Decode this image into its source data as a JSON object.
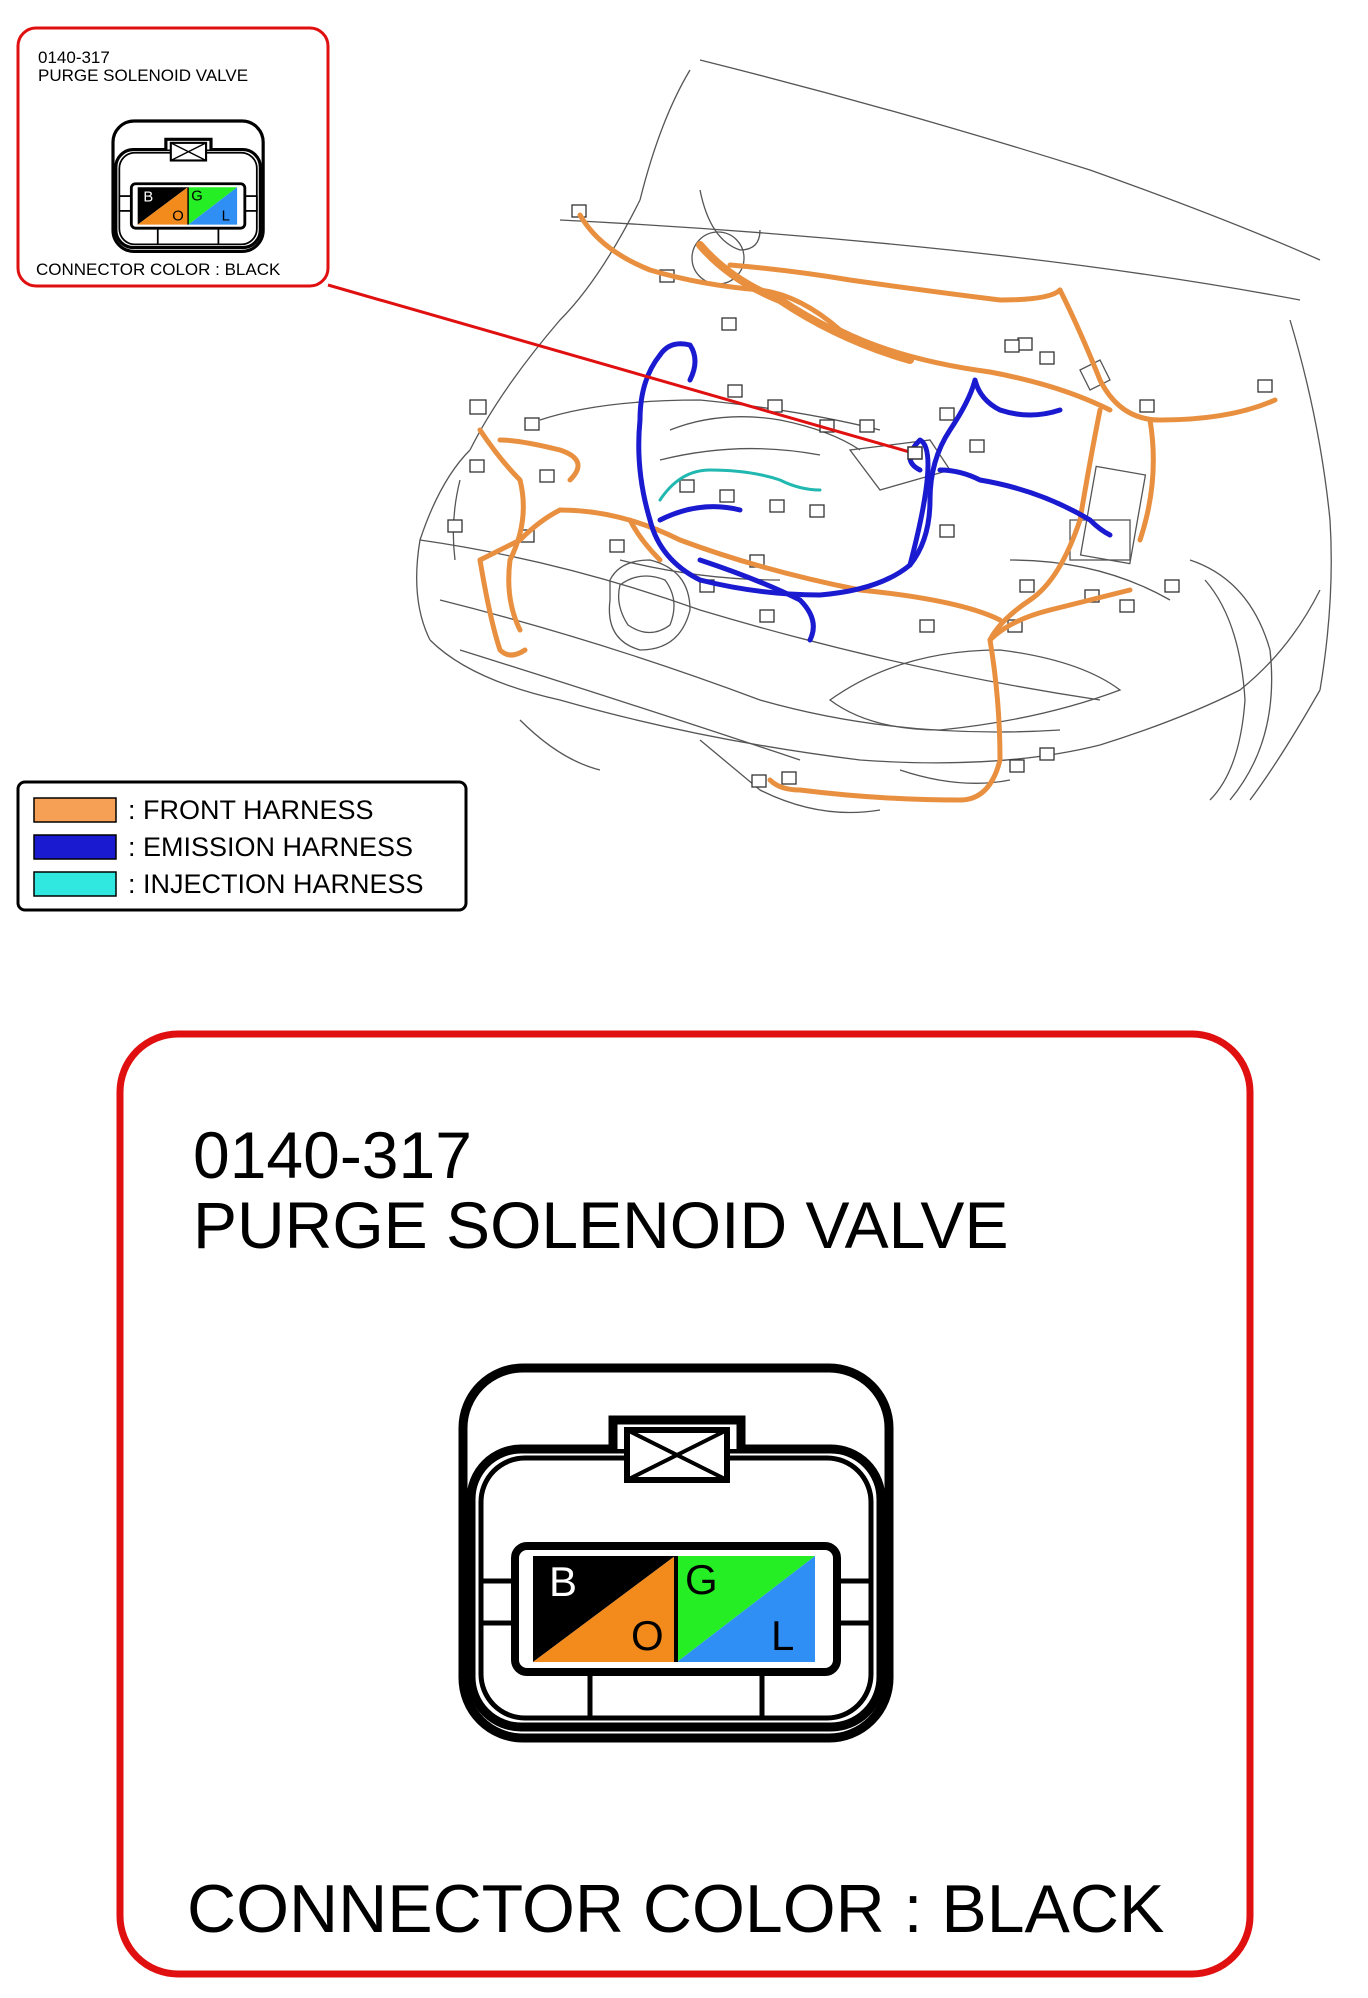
{
  "small_callout": {
    "code": "0140-317",
    "name": "PURGE SOLENOID VALVE",
    "connector_color": "CONNECTOR COLOR : BLACK"
  },
  "large_callout": {
    "code": "0140-317",
    "name": "PURGE SOLENOID VALVE",
    "connector_color": "CONNECTOR COLOR : BLACK"
  },
  "terminals": [
    {
      "label": "B",
      "color": "#000000",
      "text_color": "#ffffff"
    },
    {
      "label": "O",
      "color": "#f28a1c",
      "text_color": "#000000"
    },
    {
      "label": "G",
      "color": "#25ee25",
      "text_color": "#000000"
    },
    {
      "label": "L",
      "color": "#2f8ff5",
      "text_color": "#000000"
    }
  ],
  "legend": [
    {
      "label": ": FRONT HARNESS",
      "color": "#f5a055"
    },
    {
      "label": ": EMISSION HARNESS",
      "color": "#1a1ad0"
    },
    {
      "label": ": INJECTION HARNESS",
      "color": "#30e8e0"
    }
  ],
  "colors": {
    "callout_border": "#e01010",
    "leader_line": "#e01010",
    "front_harness": "#e89040",
    "emission_harness": "#1a1ad0",
    "injection_harness": "#20b8b0",
    "car_outline": "#555555"
  }
}
